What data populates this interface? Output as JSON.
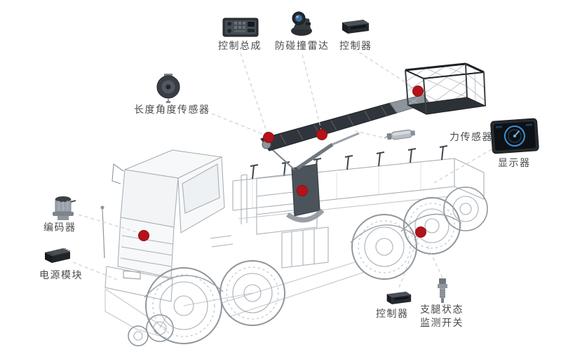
{
  "diagram": {
    "type": "component-callout-diagram",
    "subject": "truck-mounted aerial work platform (wireframe) with sensor callouts"
  },
  "labels": {
    "control_assembly": "控制总成",
    "anti_collision_radar": "防碰撞雷达",
    "controller_top": "控制器",
    "length_angle_sensor": "长度角度传感器",
    "force_sensor": "力传感器",
    "display": "显示器",
    "encoder": "编码器",
    "power_module": "电源模块",
    "controller_bottom": "控制器",
    "outrigger_switch_line1": "支腿状态",
    "outrigger_switch_line2": "监测开关"
  },
  "icons": {
    "control_assembly": "control-panel-icon",
    "anti_collision_radar": "radar-camera-icon",
    "controller_top": "controller-box-icon",
    "length_angle_sensor": "cable-reel-sensor-icon",
    "force_sensor": "force-sensor-cylinder-icon",
    "display": "display-screen-icon",
    "encoder": "encoder-cylinder-icon",
    "power_module": "power-module-box-icon",
    "controller_bottom": "controller-box-icon",
    "outrigger_switch": "switch-plug-icon"
  },
  "markers": {
    "shape": "filled-circle",
    "color": "#b5121b",
    "count": 6
  },
  "colors": {
    "background": "#ffffff",
    "label_text": "#4a4a4a",
    "connector": "#cccccc",
    "wireframe": "#a9b0b7",
    "boom_dark": "#30353b",
    "screen_accent": "#3f8fd2"
  }
}
